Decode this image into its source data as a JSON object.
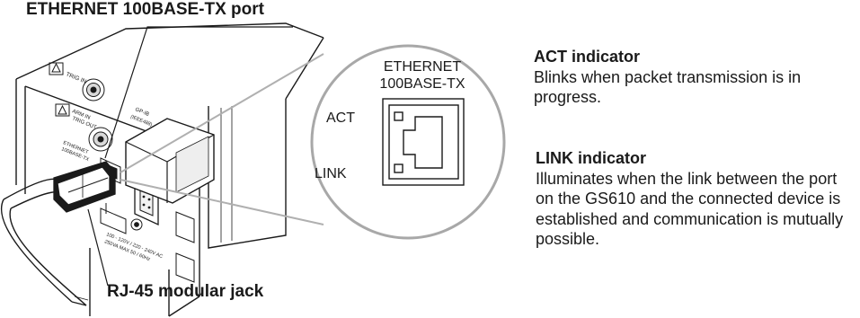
{
  "labels": {
    "port_callout": "ETHERNET 100BASE-TX port",
    "jack_callout": "RJ-45 modular jack"
  },
  "zoom": {
    "title_line1": "ETHERNET",
    "title_line2": "100BASE-TX",
    "act": "ACT",
    "link": "LINK"
  },
  "panel_text": {
    "trig_in": "TRIG IN",
    "trig_out_1": "TRIG OUT",
    "trig_out_2": "ARM IN",
    "gpib_1": "GP-IB",
    "gpib_2": "(IEEE488)",
    "eth_1": "ETHERNET",
    "eth_2": "100BASE-TX",
    "power_1": "100 - 120V / 220 - 240V AC",
    "power_2": "250VA MAX   50 / 60Hz"
  },
  "indicators": {
    "act": {
      "title": "ACT indicator",
      "description": "Blinks when packet transmission is in progress."
    },
    "link": {
      "title": "LINK indicator",
      "description": "Illuminates when the link between the port on the GS610 and the connected device is established and communication is mutually possible."
    }
  },
  "colors": {
    "line": "#1a1a1a",
    "zoom_circle": "#a8a8a8",
    "cable": "#1a1a1a",
    "shading": "#d9d9d9"
  }
}
